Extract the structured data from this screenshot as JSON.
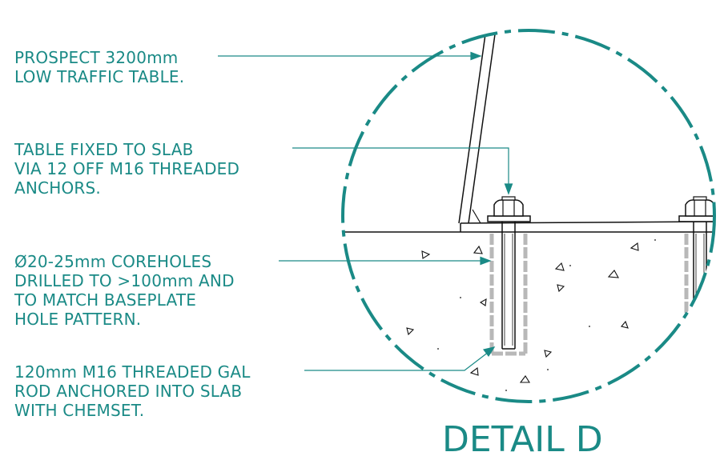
{
  "callouts": {
    "table": {
      "lines": [
        "PROSPECT 3200mm",
        "LOW TRAFFIC TABLE."
      ]
    },
    "fixing": {
      "lines": [
        "TABLE FIXED TO SLAB",
        "VIA 12 OFF M16 THREADED",
        "ANCHORS."
      ]
    },
    "coreholes": {
      "lines": [
        "Ø20-25mm COREHOLES",
        "DRILLED TO >100mm AND",
        "TO MATCH BASEPLATE",
        "HOLE PATTERN."
      ]
    },
    "rod": {
      "lines": [
        "120mm M16 THREADED GAL",
        "ROD ANCHORED INTO SLAB",
        "WITH CHEMSET."
      ]
    }
  },
  "detail_title": "DETAIL D",
  "colors": {
    "annotation": "#1a8a86",
    "drawing": "#111111",
    "corehole_hatch": "#b8b8b8",
    "background": "#ffffff"
  }
}
